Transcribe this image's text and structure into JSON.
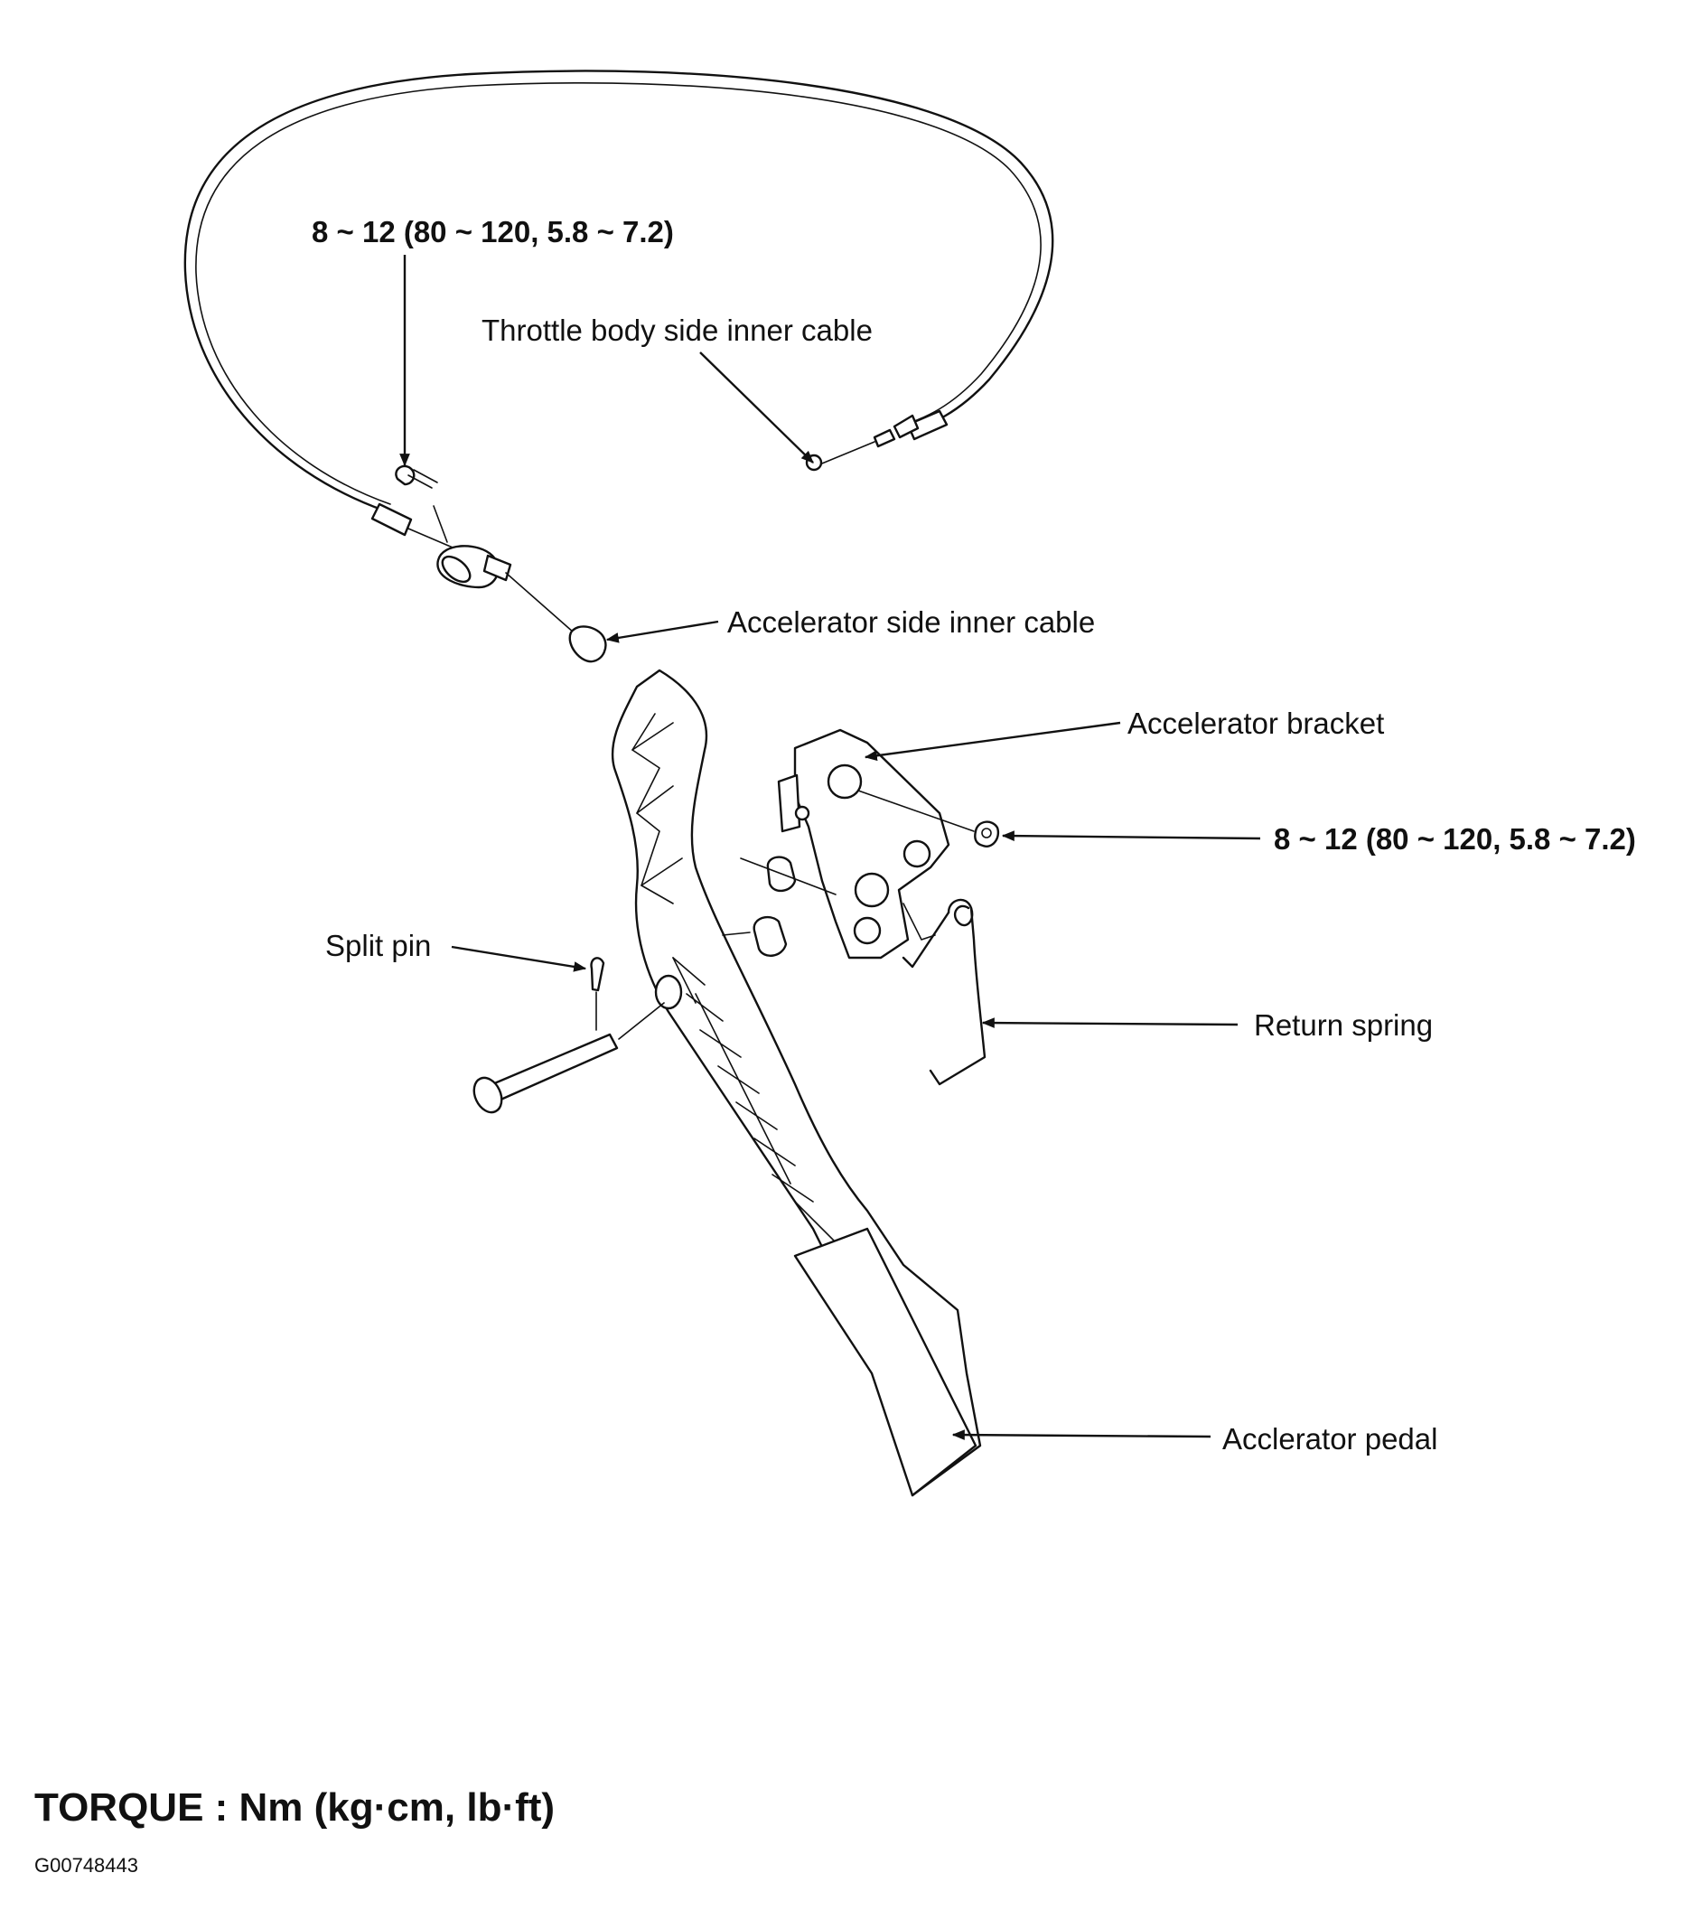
{
  "callouts": {
    "torque_cable_bolt": "8 ~ 12 (80 ~ 120, 5.8 ~ 7.2)",
    "throttle_body_side_inner_cable": "Throttle body side inner cable",
    "accelerator_side_inner_cable": "Accelerator side inner cable",
    "accelerator_bracket": "Accelerator bracket",
    "torque_bracket_nut": "8 ~ 12 (80 ~ 120, 5.8 ~ 7.2)",
    "split_pin": "Split pin",
    "return_spring": "Return spring",
    "accelerator_pedal": "Acclerator pedal"
  },
  "footer": {
    "torque_units": "TORQUE : Nm (kg·cm, lb·ft)",
    "figure_code": "G00748443"
  }
}
